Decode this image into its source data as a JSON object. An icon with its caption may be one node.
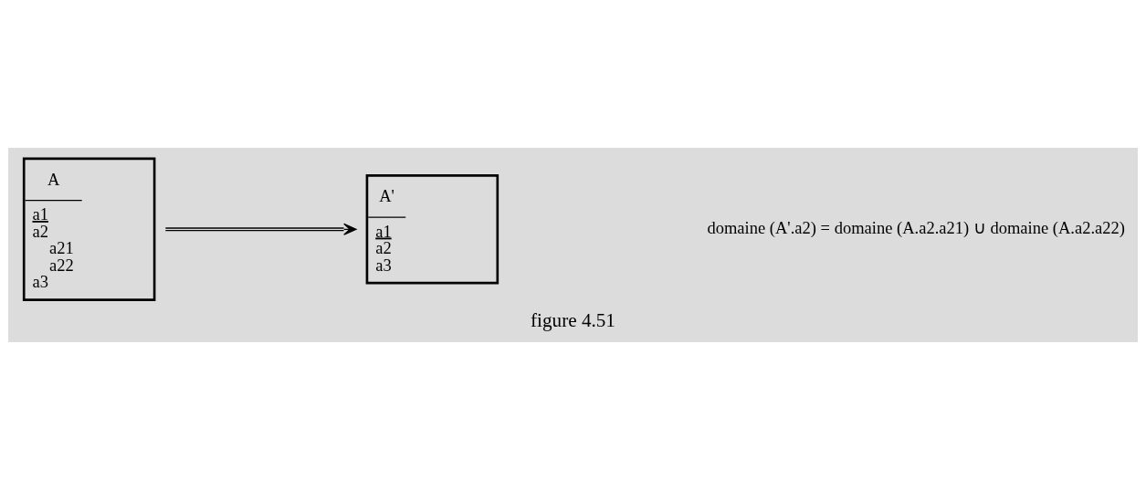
{
  "diagram": {
    "caption": "figure 4.51",
    "nodes": [
      {
        "text": [
          "A",
          "a1",
          "a2",
          "a21",
          "a22",
          "a3"
        ]
      },
      {
        "text": [
          "A'",
          "a1",
          "a2",
          "a3"
        ]
      }
    ],
    "edges": [
      {
        "from": 0,
        "to": 1,
        "arrow": "to"
      }
    ],
    "labels": [
      "domaine (A'.a2) = domaine (A.a2.a21) ∪ domaine (A.a2.a22)"
    ]
  }
}
